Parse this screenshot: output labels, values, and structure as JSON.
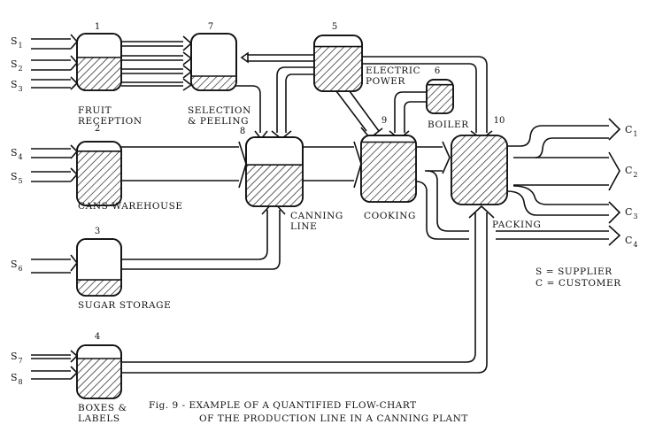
{
  "caption": {
    "line1": "Fig. 9 - EXAMPLE OF A QUANTIFIED FLOW-CHART",
    "line2": "OF THE PRODUCTION LINE IN A CANNING PLANT"
  },
  "legend": {
    "supplier": "S = SUPPLIER",
    "customer": "C = CUSTOMER"
  },
  "units": [
    {
      "id": "1",
      "lines": [
        "FRUIT",
        "RECEPTION"
      ],
      "fill_fraction": 0.58
    },
    {
      "id": "2",
      "lines": [
        "CANS  WAREHOUSE"
      ],
      "fill_fraction": 0.85
    },
    {
      "id": "3",
      "lines": [
        "SUGAR  STORAGE"
      ],
      "fill_fraction": 0.28
    },
    {
      "id": "4",
      "lines": [
        "BOXES &",
        "LABELS"
      ],
      "fill_fraction": 0.75
    },
    {
      "id": "5",
      "lines": [
        "ELECTRIC",
        "POWER"
      ],
      "fill_fraction": 0.8
    },
    {
      "id": "6",
      "lines": [
        "BOILER"
      ],
      "fill_fraction": 0.85
    },
    {
      "id": "7",
      "lines": [
        "SELECTION",
        "& PEELING"
      ],
      "fill_fraction": 0.25
    },
    {
      "id": "8",
      "lines": [
        "CANNING",
        "LINE"
      ],
      "fill_fraction": 0.6
    },
    {
      "id": "9",
      "lines": [
        "COOKING"
      ],
      "fill_fraction": 0.9
    },
    {
      "id": "10",
      "lines": [
        "PACKING"
      ],
      "fill_fraction": 1.0
    }
  ],
  "suppliers": [
    {
      "letter": "S",
      "sub": "1"
    },
    {
      "letter": "S",
      "sub": "2"
    },
    {
      "letter": "S",
      "sub": "3"
    },
    {
      "letter": "S",
      "sub": "4"
    },
    {
      "letter": "S",
      "sub": "5"
    },
    {
      "letter": "S",
      "sub": "6"
    },
    {
      "letter": "S",
      "sub": "7"
    },
    {
      "letter": "S",
      "sub": "8"
    }
  ],
  "customers": [
    {
      "letter": "C",
      "sub": "1"
    },
    {
      "letter": "C",
      "sub": "2"
    },
    {
      "letter": "C",
      "sub": "3"
    },
    {
      "letter": "C",
      "sub": "4"
    }
  ]
}
